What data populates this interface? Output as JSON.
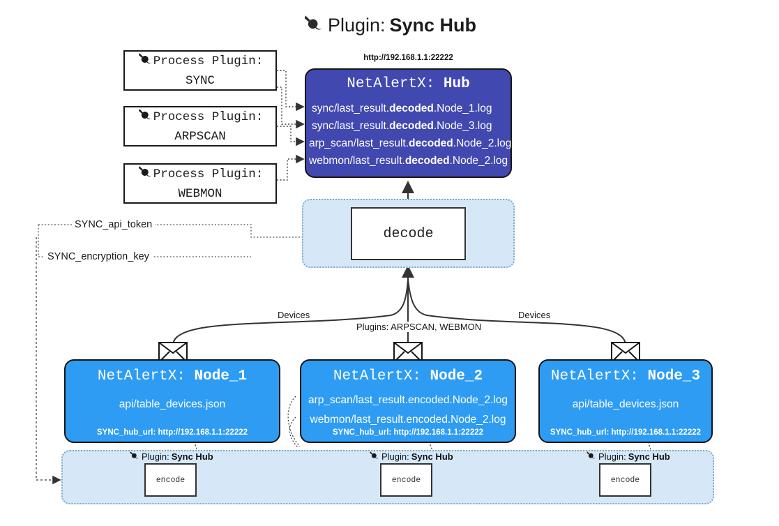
{
  "title": {
    "icon": "plug-icon",
    "prefix": "Plugin:",
    "name": "Sync Hub"
  },
  "process_plugins": [
    {
      "icon": "plug-icon",
      "line1": "Process Plugin:",
      "line2": "SYNC"
    },
    {
      "icon": "plug-icon",
      "line1": "Process Plugin:",
      "line2": "ARPSCAN"
    },
    {
      "icon": "plug-icon",
      "line1": "Process Plugin:",
      "line2": "WEBMON"
    }
  ],
  "hub": {
    "url": "http://192.168.1.1:22222",
    "title_prefix": "NetAlertX: ",
    "title_name": "Hub",
    "logs": [
      {
        "pre": "sync/last_result.",
        "bold": "decoded",
        "post": ".Node_1.log"
      },
      {
        "pre": "sync/last_result.",
        "bold": "decoded",
        "post": ".Node_3.log"
      },
      {
        "pre": "arp_scan/last_result.",
        "bold": "decoded",
        "post": ".Node_2.log"
      },
      {
        "pre": "webmon/last_result.",
        "bold": "decoded",
        "post": ".Node_2.log"
      }
    ]
  },
  "decode": {
    "label": "decode"
  },
  "secrets": {
    "api_token": "SYNC_api_token",
    "encryption_key": "SYNC_encryption_key"
  },
  "edge_labels": {
    "devices_left": "Devices",
    "devices_right": "Devices",
    "plugins_center": "Plugins: ARPSCAN, WEBMON"
  },
  "nodes": [
    {
      "title_prefix": "NetAlertX: ",
      "title_name": "Node_1",
      "lines": [
        "api/table_devices.json"
      ],
      "footer": "SYNC_hub_url: http://192.168.1.1:22222",
      "icon": "envelope-icon"
    },
    {
      "title_prefix": "NetAlertX: ",
      "title_name": "Node_2",
      "lines": [
        "arp_scan/last_result.encoded.Node_2.log",
        "webmon/last_result.encoded.Node_2.log"
      ],
      "footer": "SYNC_hub_url: http://192.168.1.1:22222",
      "icon": "envelope-icon"
    },
    {
      "title_prefix": "NetAlertX: ",
      "title_name": "Node_3",
      "lines": [
        "api/table_devices.json"
      ],
      "footer": "SYNC_hub_url: http://192.168.1.1:22222",
      "icon": "envelope-icon"
    }
  ],
  "encoders": [
    {
      "icon": "plug-icon",
      "label_prefix": "Plugin: ",
      "label_name": "Sync Hub",
      "box": "encode"
    },
    {
      "icon": "plug-icon",
      "label_prefix": "Plugin: ",
      "label_name": "Sync Hub",
      "box": "encode"
    },
    {
      "icon": "plug-icon",
      "label_prefix": "Plugin: ",
      "label_name": "Sync Hub",
      "box": "encode"
    }
  ],
  "colors": {
    "hub_fill": "#4148b0",
    "node_fill": "#2e9cf3",
    "container_fill": "#d6e8f8",
    "container_border": "#7aa8c8",
    "stroke": "#333333",
    "background": "#ffffff"
  }
}
